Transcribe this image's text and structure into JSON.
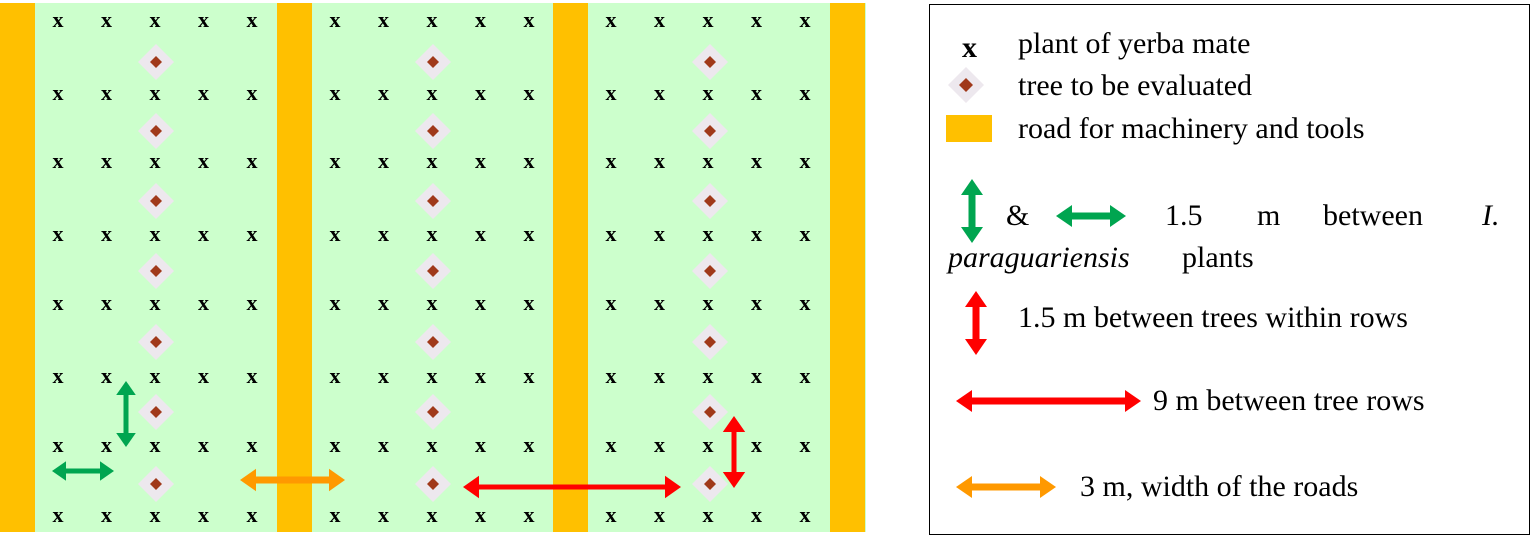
{
  "field": {
    "background_color": "#ccffcc",
    "road_color": "#ffc000",
    "plant_marker": "x",
    "plant_color": "#000000",
    "tree_marker_fill": "#a0391a",
    "tree_marker_halo": "#ede8ee",
    "roads": 4,
    "plant_columns_per_block": 5,
    "blocks": 3,
    "plant_rows": 8,
    "trees_per_block": 7
  },
  "arrows": {
    "green_color": "#00a550",
    "red_color": "#ff0000",
    "orange_color": "#ff9900"
  },
  "legend": {
    "plant_symbol": "x",
    "plant_label": "plant of yerba mate",
    "tree_label": "tree to be evaluated",
    "road_label": "road for machinery and tools",
    "spacing_amp": "&",
    "spacing_value": "1.5",
    "spacing_unit": "m",
    "spacing_between": "between",
    "spacing_species_abbrev": "I.",
    "spacing_species_rest": "paraguariensis",
    "spacing_plants": "plants",
    "tree_spacing_label": "1.5 m between trees within rows",
    "row_spacing_label": "9 m between tree rows",
    "road_width_label": "3 m, width of the roads"
  }
}
